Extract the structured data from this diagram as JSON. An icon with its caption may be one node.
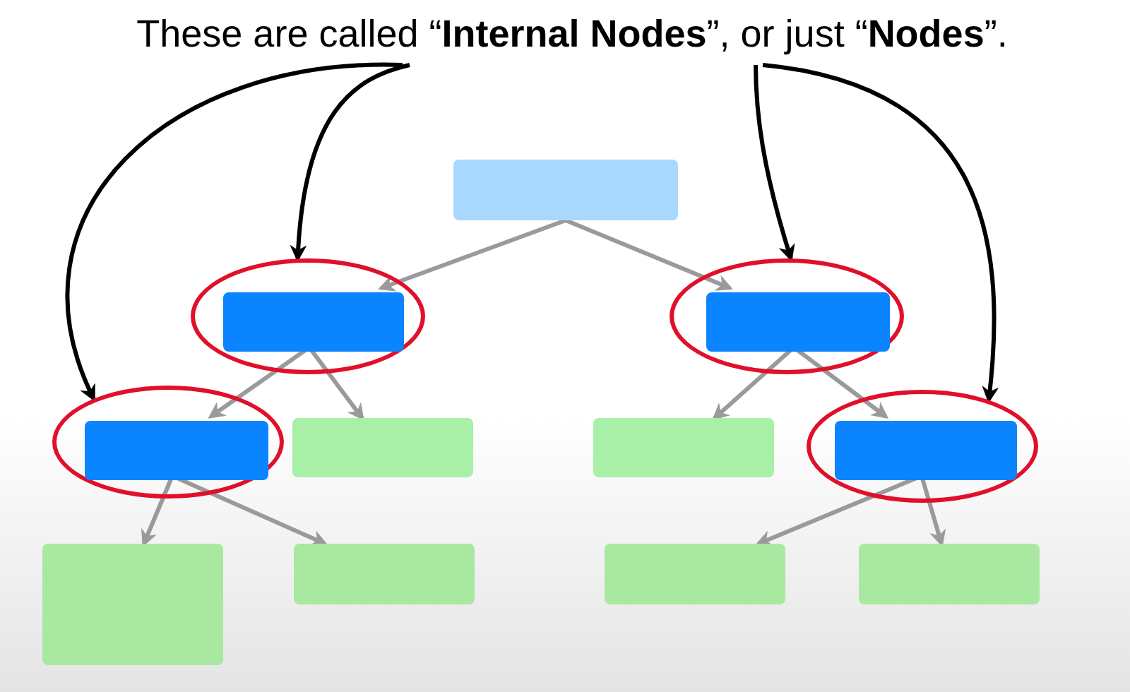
{
  "diagram": {
    "nodes": [
      {
        "text": [
          "These are called “**Internal Nodes**”, or just “**Nodes**”."
        ]
      },
      {
        "text": [],
        "shape": "box"
      },
      {
        "text": [],
        "shape": "ellipse"
      },
      {
        "text": [],
        "shape": "box",
        "in": 2
      },
      {
        "text": [],
        "shape": "ellipse"
      },
      {
        "text": [],
        "shape": "box",
        "in": 4
      },
      {
        "text": [],
        "shape": "ellipse"
      },
      {
        "text": [],
        "shape": "box",
        "in": 6
      },
      {
        "text": [],
        "shape": "box"
      },
      {
        "text": [],
        "shape": "box"
      },
      {
        "text": [],
        "shape": "ellipse"
      },
      {
        "text": [],
        "shape": "box",
        "in": 10
      },
      {
        "text": [],
        "shape": "box"
      },
      {
        "text": [],
        "shape": "box"
      },
      {
        "text": [],
        "shape": "box"
      },
      {
        "text": [],
        "shape": "box"
      }
    ],
    "edges": [
      {
        "from": 1,
        "to": 3,
        "arrow": "to"
      },
      {
        "from": 1,
        "to": 5,
        "arrow": "to"
      },
      {
        "from": 3,
        "to": 7,
        "arrow": "to"
      },
      {
        "from": 3,
        "to": 8,
        "arrow": "to"
      },
      {
        "from": 5,
        "to": 9,
        "arrow": "to"
      },
      {
        "from": 5,
        "to": 11,
        "arrow": "to"
      },
      {
        "from": 7,
        "to": 12,
        "arrow": "to"
      },
      {
        "from": 7,
        "to": 13,
        "arrow": "to"
      },
      {
        "from": 11,
        "to": 14,
        "arrow": "to"
      },
      {
        "from": 11,
        "to": 15,
        "arrow": "to"
      },
      {
        "from": 0,
        "to": 2,
        "arrow": "to",
        "color": "#000000"
      },
      {
        "from": 0,
        "to": 6,
        "arrow": "to",
        "color": "#000000"
      },
      {
        "from": 0,
        "to": 4,
        "arrow": "to",
        "color": "#000000"
      },
      {
        "from": 0,
        "to": 10,
        "arrow": "to",
        "color": "#000000"
      }
    ]
  }
}
